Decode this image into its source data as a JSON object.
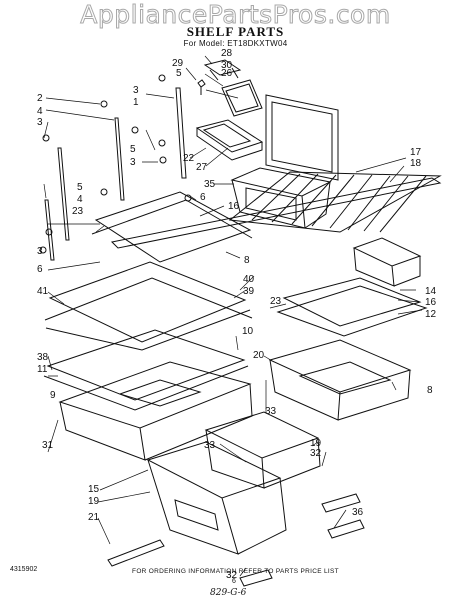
{
  "watermark": "AppliancePartsPros.com",
  "title": "SHELF PARTS",
  "model_line": "For Model: ET18DKXTW04",
  "callouts": {
    "n29": "29",
    "n28": "28",
    "n30": "30",
    "n26": "26",
    "n5a": "5",
    "n3a": "3",
    "n1": "1",
    "n2": "2",
    "n4a": "4",
    "n3b": "3",
    "n5b": "5",
    "n3c": "3",
    "n22": "22",
    "n27": "27",
    "n35": "35",
    "n17": "17",
    "n18": "18",
    "n6a": "6",
    "n5c": "5",
    "n4b": "4",
    "n16a": "16",
    "n23a": "23",
    "n3d": "3",
    "n6b": "6",
    "n14": "14",
    "n8a": "8",
    "n40": "40",
    "n41": "41",
    "n39": "39",
    "n23b": "23",
    "n16b": "16",
    "n12": "12",
    "n10": "10",
    "n38": "38",
    "n11": "11",
    "n20": "20",
    "n8b": "8",
    "n9": "9",
    "n31": "31",
    "n33a": "33",
    "n19a": "19",
    "n32a": "32",
    "n33b": "33",
    "n15": "15",
    "n19b": "19",
    "n21": "21",
    "n36": "36",
    "n32b": "32"
  },
  "footer": {
    "code": "4315902",
    "note": "FOR ORDERING INFORMATION REFER TO PARTS PRICE LIST",
    "page": "6",
    "handwritten": "829-G-6"
  }
}
